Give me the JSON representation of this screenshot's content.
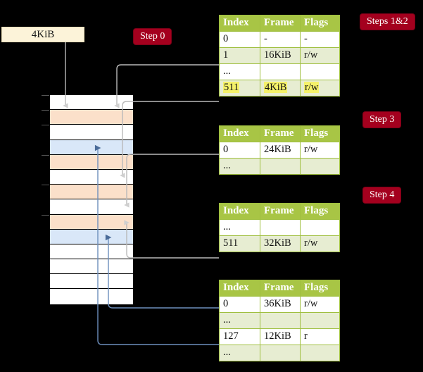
{
  "diagram": {
    "title_hidden": "",
    "source_box": {
      "label": "4KiB"
    },
    "badges": [
      {
        "id": "step0",
        "label": "Step 0"
      },
      {
        "id": "steps12",
        "label": "Steps 1&2"
      },
      {
        "id": "step3",
        "label": "Step 3"
      },
      {
        "id": "step4",
        "label": "Step 4"
      }
    ],
    "colors": {
      "background": "#000000",
      "badge_bg": "#a4001e",
      "badge_text": "#ffffff",
      "table_header_bg": "#a8c545",
      "table_header_text": "#ffffff",
      "table_alt_row_bg": "#e7edd2",
      "table_border": "#9fbf3f",
      "highlight": "#f5f26a",
      "source_box_bg": "#fcf3d9",
      "memory_peach": "#fbe0ca",
      "memory_blue": "#d9e7f8",
      "wire_gray": "#b9b9b9",
      "wire_blue": "#6d8fbd"
    },
    "columns": [
      "Index",
      "Frame",
      "Flags"
    ],
    "tables": [
      {
        "id": "table-1",
        "step": "Steps 1&2",
        "rows": [
          {
            "index": "0",
            "frame": "-",
            "flags": "-",
            "style": "plain",
            "highlight": false
          },
          {
            "index": "1",
            "frame": "16KiB",
            "flags": "r/w",
            "style": "alt",
            "highlight": false
          },
          {
            "index": "...",
            "frame": "",
            "flags": "",
            "style": "plain",
            "highlight": false
          },
          {
            "index": "511",
            "frame": "4KiB",
            "flags": "r/w",
            "style": "alt",
            "highlight": true
          }
        ]
      },
      {
        "id": "table-2",
        "step": "Step 3",
        "rows": [
          {
            "index": "0",
            "frame": "24KiB",
            "flags": "r/w",
            "style": "plain",
            "highlight": false
          },
          {
            "index": "...",
            "frame": "",
            "flags": "",
            "style": "alt",
            "highlight": false
          }
        ]
      },
      {
        "id": "table-3",
        "step": "Step 4",
        "rows": [
          {
            "index": "...",
            "frame": "",
            "flags": "",
            "style": "plain",
            "highlight": false
          },
          {
            "index": "511",
            "frame": "32KiB",
            "flags": "r/w",
            "style": "alt",
            "highlight": false
          }
        ]
      },
      {
        "id": "table-4",
        "step": "",
        "rows": [
          {
            "index": "0",
            "frame": "36KiB",
            "flags": "r/w",
            "style": "plain",
            "highlight": false
          },
          {
            "index": "...",
            "frame": "",
            "flags": "",
            "style": "alt",
            "highlight": false
          },
          {
            "index": "127",
            "frame": "12KiB",
            "flags": "r",
            "style": "plain",
            "highlight": false
          },
          {
            "index": "...",
            "frame": "",
            "flags": "",
            "style": "alt",
            "highlight": false
          }
        ]
      }
    ],
    "memory_rows": [
      {
        "i": 0,
        "fill": "white",
        "tick": true
      },
      {
        "i": 1,
        "fill": "peach",
        "tick": true
      },
      {
        "i": 2,
        "fill": "white",
        "tick": true
      },
      {
        "i": 3,
        "fill": "blue",
        "tick": false
      },
      {
        "i": 4,
        "fill": "peach",
        "tick": true
      },
      {
        "i": 5,
        "fill": "white",
        "tick": false
      },
      {
        "i": 6,
        "fill": "peach",
        "tick": true
      },
      {
        "i": 7,
        "fill": "white",
        "tick": false
      },
      {
        "i": 8,
        "fill": "peach",
        "tick": true
      },
      {
        "i": 9,
        "fill": "blue",
        "tick": false
      },
      {
        "i": 10,
        "fill": "white",
        "tick": false
      },
      {
        "i": 11,
        "fill": "white",
        "tick": false
      },
      {
        "i": 12,
        "fill": "white",
        "tick": false
      },
      {
        "i": 13,
        "fill": "white",
        "tick": false
      }
    ]
  }
}
